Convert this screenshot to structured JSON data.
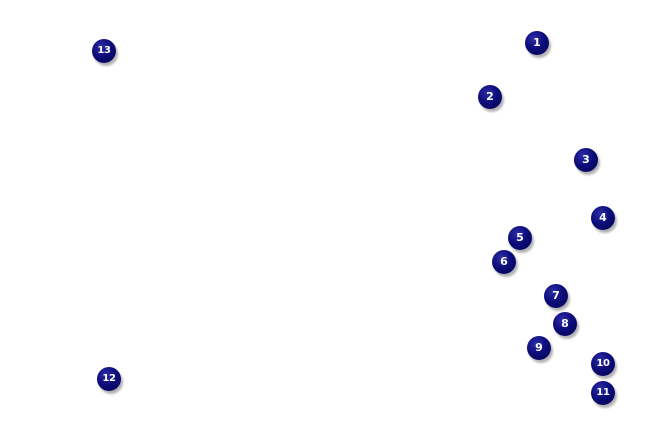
{
  "background_color": "#ffffff",
  "marker_color": "#0c0c7a",
  "marker_text_color": "#ffffff",
  "markers": [
    {
      "label": "1"
    },
    {
      "label": "2"
    },
    {
      "label": "3"
    },
    {
      "label": "4"
    },
    {
      "label": "5"
    },
    {
      "label": "6"
    },
    {
      "label": "7"
    },
    {
      "label": "8"
    },
    {
      "label": "9"
    },
    {
      "label": "10"
    },
    {
      "label": "11"
    },
    {
      "label": "12"
    },
    {
      "label": "13"
    }
  ]
}
